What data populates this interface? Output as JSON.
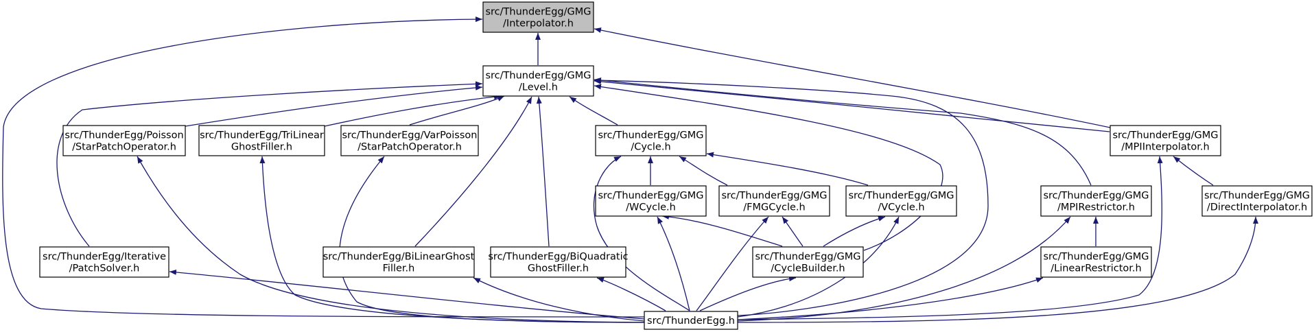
{
  "colors": {
    "edge": "#191970",
    "node_border": "#000000",
    "node_fill": "#ffffff",
    "root_fill": "#bfbfbf"
  },
  "nodes": [
    {
      "id": "interp",
      "lines": [
        "src/ThunderEgg/GMG",
        "/Interpolator.h"
      ],
      "root": true
    },
    {
      "id": "level",
      "lines": [
        "src/ThunderEgg/GMG",
        "/Level.h"
      ]
    },
    {
      "id": "pstar",
      "lines": [
        "src/ThunderEgg/Poisson",
        "/StarPatchOperator.h"
      ]
    },
    {
      "id": "tri",
      "lines": [
        "src/ThunderEgg/TriLinear",
        "GhostFiller.h"
      ]
    },
    {
      "id": "vpstar",
      "lines": [
        "src/ThunderEgg/VarPoisson",
        "/StarPatchOperator.h"
      ]
    },
    {
      "id": "cycle",
      "lines": [
        "src/ThunderEgg/GMG",
        "/Cycle.h"
      ]
    },
    {
      "id": "mpiinterp",
      "lines": [
        "src/ThunderEgg/GMG",
        "/MPIInterpolator.h"
      ]
    },
    {
      "id": "wcycle",
      "lines": [
        "src/ThunderEgg/GMG",
        "/WCycle.h"
      ]
    },
    {
      "id": "fmg",
      "lines": [
        "src/ThunderEgg/GMG",
        "/FMGCycle.h"
      ]
    },
    {
      "id": "vcycle",
      "lines": [
        "src/ThunderEgg/GMG",
        "/VCycle.h"
      ]
    },
    {
      "id": "mpirestr",
      "lines": [
        "src/ThunderEgg/GMG",
        "/MPIRestrictor.h"
      ]
    },
    {
      "id": "direct",
      "lines": [
        "src/ThunderEgg/GMG",
        "/DirectInterpolator.h"
      ]
    },
    {
      "id": "iter",
      "lines": [
        "src/ThunderEgg/Iterative",
        "/PatchSolver.h"
      ]
    },
    {
      "id": "bilin",
      "lines": [
        "src/ThunderEgg/BiLinearGhost",
        "Filler.h"
      ]
    },
    {
      "id": "biquad",
      "lines": [
        "src/ThunderEgg/BiQuadratic",
        "GhostFiller.h"
      ]
    },
    {
      "id": "builder",
      "lines": [
        "src/ThunderEgg/GMG",
        "/CycleBuilder.h"
      ]
    },
    {
      "id": "linrestr",
      "lines": [
        "src/ThunderEgg/GMG",
        "/LinearRestrictor.h"
      ]
    },
    {
      "id": "te",
      "lines": [
        "src/ThunderEgg.h"
      ]
    }
  ],
  "edges": [
    {
      "from": "level",
      "to": "interp"
    },
    {
      "from": "mpiinterp",
      "to": "interp"
    },
    {
      "from": "te",
      "to": "interp"
    },
    {
      "from": "pstar",
      "to": "level"
    },
    {
      "from": "tri",
      "to": "level"
    },
    {
      "from": "vpstar",
      "to": "level"
    },
    {
      "from": "cycle",
      "to": "level"
    },
    {
      "from": "mpiinterp",
      "to": "level"
    },
    {
      "from": "iter",
      "to": "level"
    },
    {
      "from": "bilin",
      "to": "level"
    },
    {
      "from": "biquad",
      "to": "level"
    },
    {
      "from": "builder",
      "to": "level"
    },
    {
      "from": "mpirestr",
      "to": "level"
    },
    {
      "from": "te",
      "to": "level"
    },
    {
      "from": "wcycle",
      "to": "cycle"
    },
    {
      "from": "fmg",
      "to": "cycle"
    },
    {
      "from": "vcycle",
      "to": "cycle"
    },
    {
      "from": "te",
      "to": "cycle"
    },
    {
      "from": "direct",
      "to": "mpiinterp"
    },
    {
      "from": "te",
      "to": "mpiinterp"
    },
    {
      "from": "builder",
      "to": "wcycle"
    },
    {
      "from": "te",
      "to": "wcycle"
    },
    {
      "from": "builder",
      "to": "fmg"
    },
    {
      "from": "te",
      "to": "fmg"
    },
    {
      "from": "builder",
      "to": "vcycle"
    },
    {
      "from": "te",
      "to": "vcycle"
    },
    {
      "from": "linrestr",
      "to": "mpirestr"
    },
    {
      "from": "te",
      "to": "mpirestr"
    },
    {
      "from": "te",
      "to": "direct"
    },
    {
      "from": "te",
      "to": "pstar"
    },
    {
      "from": "te",
      "to": "tri"
    },
    {
      "from": "te",
      "to": "vpstar"
    },
    {
      "from": "te",
      "to": "iter"
    },
    {
      "from": "te",
      "to": "bilin"
    },
    {
      "from": "te",
      "to": "biquad"
    },
    {
      "from": "te",
      "to": "builder"
    },
    {
      "from": "te",
      "to": "linrestr"
    }
  ]
}
